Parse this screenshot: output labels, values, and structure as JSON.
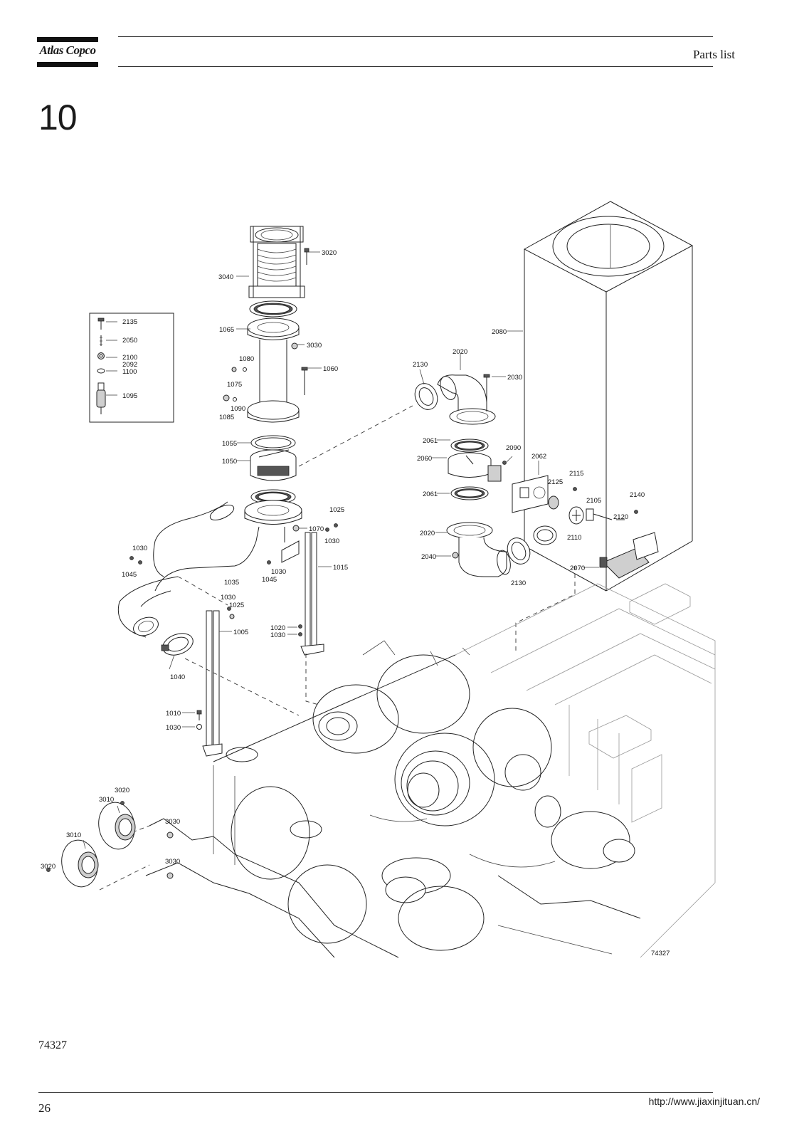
{
  "header": {
    "logo_text": "Atlas Copco",
    "title": "Parts list"
  },
  "chapter": "10",
  "figure": {
    "drawing_number": "74327",
    "caption_number": "74327",
    "inset_labels": [
      "2135",
      "2050",
      "2100",
      "2092",
      "1100",
      "1095"
    ],
    "part_labels": [
      "3020",
      "3040",
      "1065",
      "3030",
      "1080",
      "1060",
      "1075",
      "1090",
      "1085",
      "1055",
      "1050",
      "1025",
      "1070",
      "1030",
      "1015",
      "1035",
      "1045",
      "1005",
      "1020",
      "1040",
      "1010",
      "3010",
      "2080",
      "2020",
      "2130",
      "2030",
      "2061",
      "2090",
      "2060",
      "2062",
      "2115",
      "2125",
      "2140",
      "2105",
      "2120",
      "2110",
      "2040",
      "2070"
    ]
  },
  "footer": {
    "page_number": "26",
    "url": "http://www.jiaxinjituan.cn/"
  }
}
